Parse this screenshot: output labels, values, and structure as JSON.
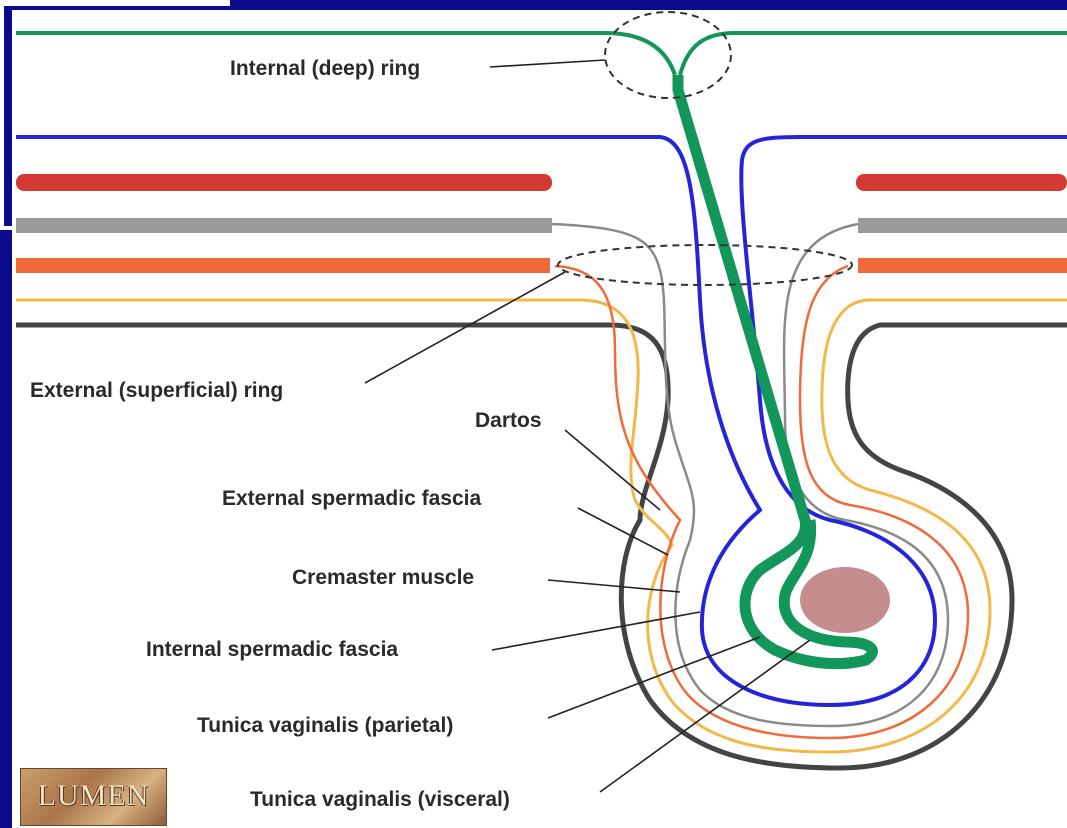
{
  "labels": {
    "internal_ring": "Internal (deep) ring",
    "external_ring": "External (superficial) ring",
    "dartos": "Dartos",
    "external_spermatic_fascia": "External spermadic fascia",
    "cremaster_muscle": "Cremaster muscle",
    "internal_spermatic_fascia": "Internal spermadic fascia",
    "tunica_parietal": "Tunica vaginalis (parietal)",
    "tunica_visceral": "Tunica vaginalis (visceral)"
  },
  "logo": {
    "text": "LUMEN"
  },
  "colors": {
    "frame_border": "#0a0a8c",
    "peritoneum": "#12965a",
    "transversalis_fascia": "#2424d8",
    "muscle_red": "#d33a33",
    "aponeurosis_gray": "#9a9a9a",
    "external_oblique": "#f06a3a",
    "superficial_fascia": "#f2b84a",
    "skin": "#444444",
    "testis": "#c48c8c"
  }
}
